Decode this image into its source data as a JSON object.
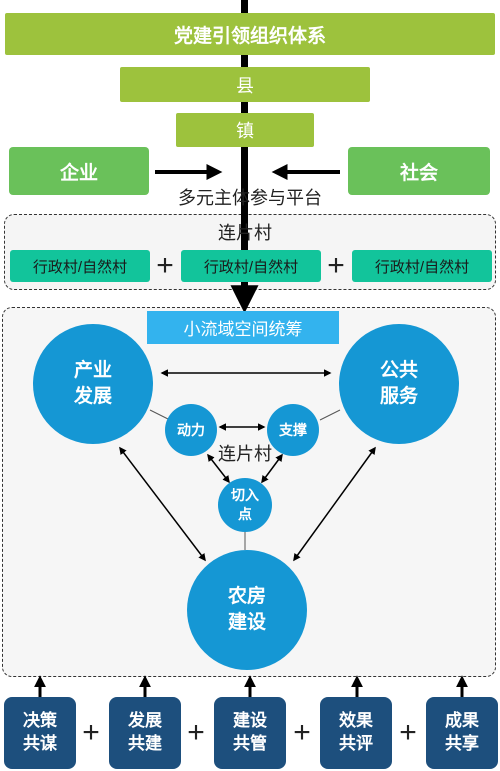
{
  "title": "党建引领组织体系",
  "county": "县",
  "town": "镇",
  "enterprise": "企业",
  "society": "社会",
  "platform": "多元主体参与平台",
  "cluster": {
    "title": "连片村",
    "villages": [
      "行政村/自然村",
      "行政村/自然村",
      "行政村/自然村"
    ],
    "plus": "+"
  },
  "watershed": {
    "banner": "小流域空间统筹",
    "industry": "产业\n发展",
    "public_service": "公共\n服务",
    "housing": "农房\n建设",
    "power": "动力",
    "support": "支撑",
    "entry": "切入\n点",
    "cluster_label": "连片村"
  },
  "bottom": {
    "items": [
      "决策\n共谋",
      "发展\n共建",
      "建设\n共管",
      "效果\n共评",
      "成果\n共享"
    ],
    "plus": "+"
  },
  "colors": {
    "title_green": "#9dc23d",
    "side_green": "#6ac15a",
    "village_teal": "#12c49b",
    "circle_blue": "#1597d4",
    "banner_blue": "#33b3ee",
    "bottom_navy": "#1d4f7d"
  }
}
